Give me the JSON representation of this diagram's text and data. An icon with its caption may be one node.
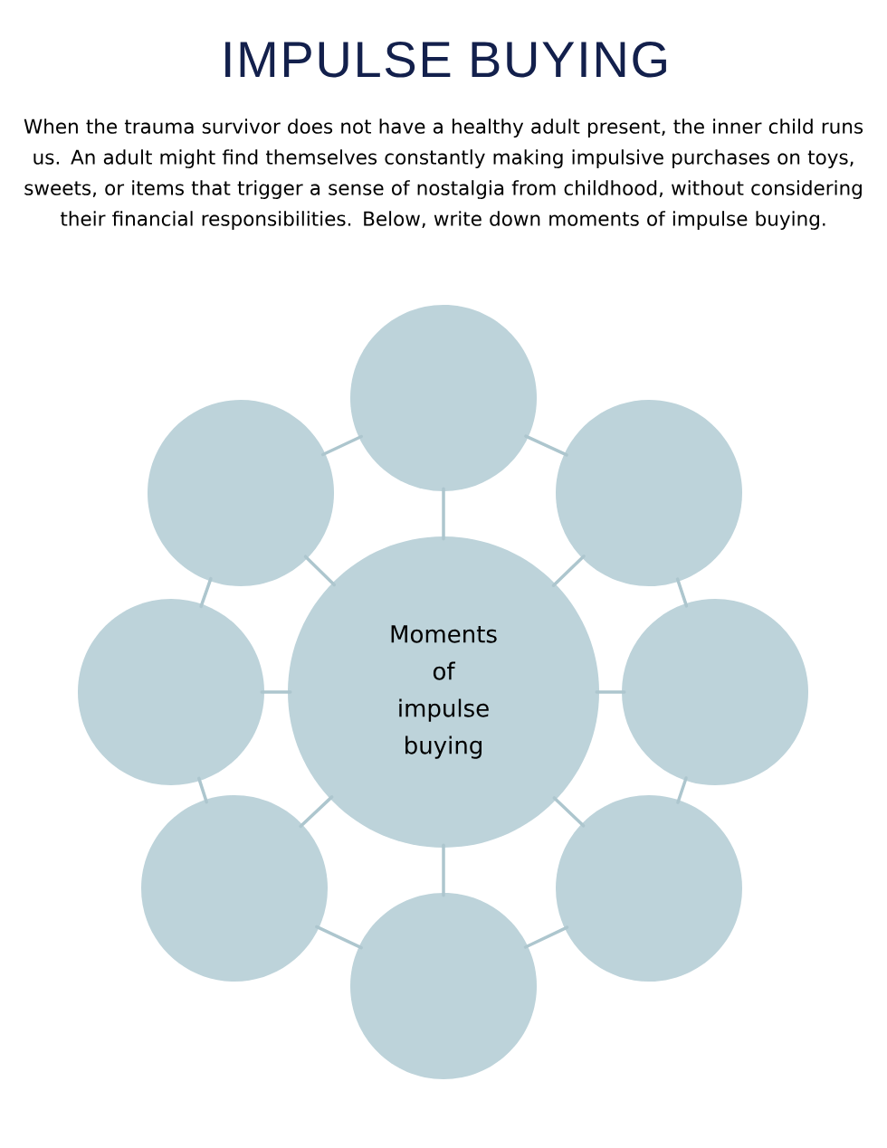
{
  "diagram": {
    "title": "IMPULSE BUYING",
    "nodes": [
      {
        "text": [],
        "shape": "circle"
      },
      {
        "text": [],
        "shape": "circle"
      },
      {
        "text": [],
        "shape": "circle"
      },
      {
        "text": [
          "Moments of impulse buying"
        ]
      },
      {
        "text": [],
        "shape": "circle"
      },
      {
        "text": [],
        "shape": "circle"
      },
      {
        "text": [],
        "shape": "circle"
      },
      {
        "text": [],
        "shape": "circle"
      },
      {
        "text": [],
        "shape": "circle"
      }
    ],
    "edges": [
      {
        "from": 3,
        "to": 0,
        "arrow": "none"
      },
      {
        "from": 3,
        "to": 2,
        "arrow": "none"
      },
      {
        "from": 3,
        "to": 5,
        "arrow": "none"
      },
      {
        "from": 3,
        "to": 7,
        "arrow": "none"
      },
      {
        "from": 3,
        "to": 8,
        "arrow": "none"
      },
      {
        "from": 3,
        "to": 6,
        "arrow": "none"
      },
      {
        "from": 3,
        "to": 4,
        "arrow": "none"
      },
      {
        "from": 3,
        "to": 1,
        "arrow": "none"
      },
      {
        "from": 0,
        "to": 2,
        "arrow": "none"
      },
      {
        "from": 2,
        "to": 5,
        "arrow": "none"
      },
      {
        "from": 5,
        "to": 7,
        "arrow": "none"
      },
      {
        "from": 7,
        "to": 8,
        "arrow": "none"
      },
      {
        "from": 8,
        "to": 6,
        "arrow": "none"
      },
      {
        "from": 6,
        "to": 4,
        "arrow": "none"
      },
      {
        "from": 4,
        "to": 1,
        "arrow": "none"
      },
      {
        "from": 1,
        "to": 0,
        "arrow": "none"
      }
    ],
    "labels": [
      "When the trauma survivor does not have a healthy adult present, the inner child runs us. An adult might find themselves constantly making impulsive purchases on toys, sweets, or items that trigger a sense of nostalgia from childhood, without considering their financial responsibilities. Below, write down moments of impulse buying."
    ]
  }
}
